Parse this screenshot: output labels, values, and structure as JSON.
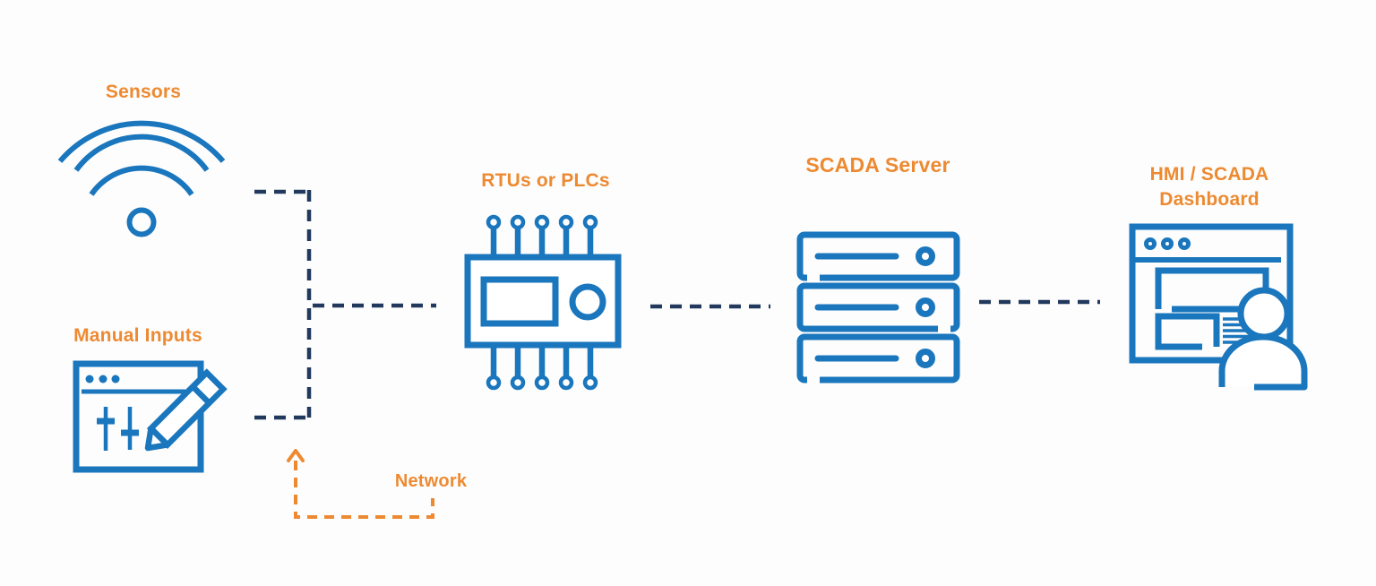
{
  "diagram": {
    "colors": {
      "node_blue": "#1A76BD",
      "label_orange": "#ED8A31",
      "connector_navy": "#21395C",
      "background": "#FDFDFD"
    },
    "nodes": [
      {
        "id": "sensors",
        "label": "Sensors",
        "icon": "wifi-icon"
      },
      {
        "id": "manual-inputs",
        "label": "Manual Inputs",
        "icon": "manual-inputs-icon"
      },
      {
        "id": "rtus-plcs",
        "label": "RTUs or PLCs",
        "icon": "plc-chip-icon"
      },
      {
        "id": "scada-server",
        "label": "SCADA Server",
        "icon": "server-stack-icon"
      },
      {
        "id": "hmi-dashboard",
        "label": "HMI / SCADA Dashboard",
        "lines": [
          "HMI / SCADA",
          "Dashboard"
        ],
        "icon": "hmi-dashboard-user-icon"
      }
    ],
    "annotation": {
      "id": "network",
      "label": "Network",
      "target": "network junction line"
    },
    "connections": [
      {
        "from": "Sensors",
        "to": "network junction",
        "style": "dashed-navy"
      },
      {
        "from": "Manual Inputs",
        "to": "network junction",
        "style": "dashed-navy"
      },
      {
        "from": "network junction",
        "to": "RTUs or PLCs",
        "style": "dashed-navy"
      },
      {
        "from": "RTUs or PLCs",
        "to": "SCADA Server",
        "style": "dashed-navy"
      },
      {
        "from": "SCADA Server",
        "to": "HMI / SCADA Dashboard",
        "style": "dashed-navy"
      }
    ]
  }
}
